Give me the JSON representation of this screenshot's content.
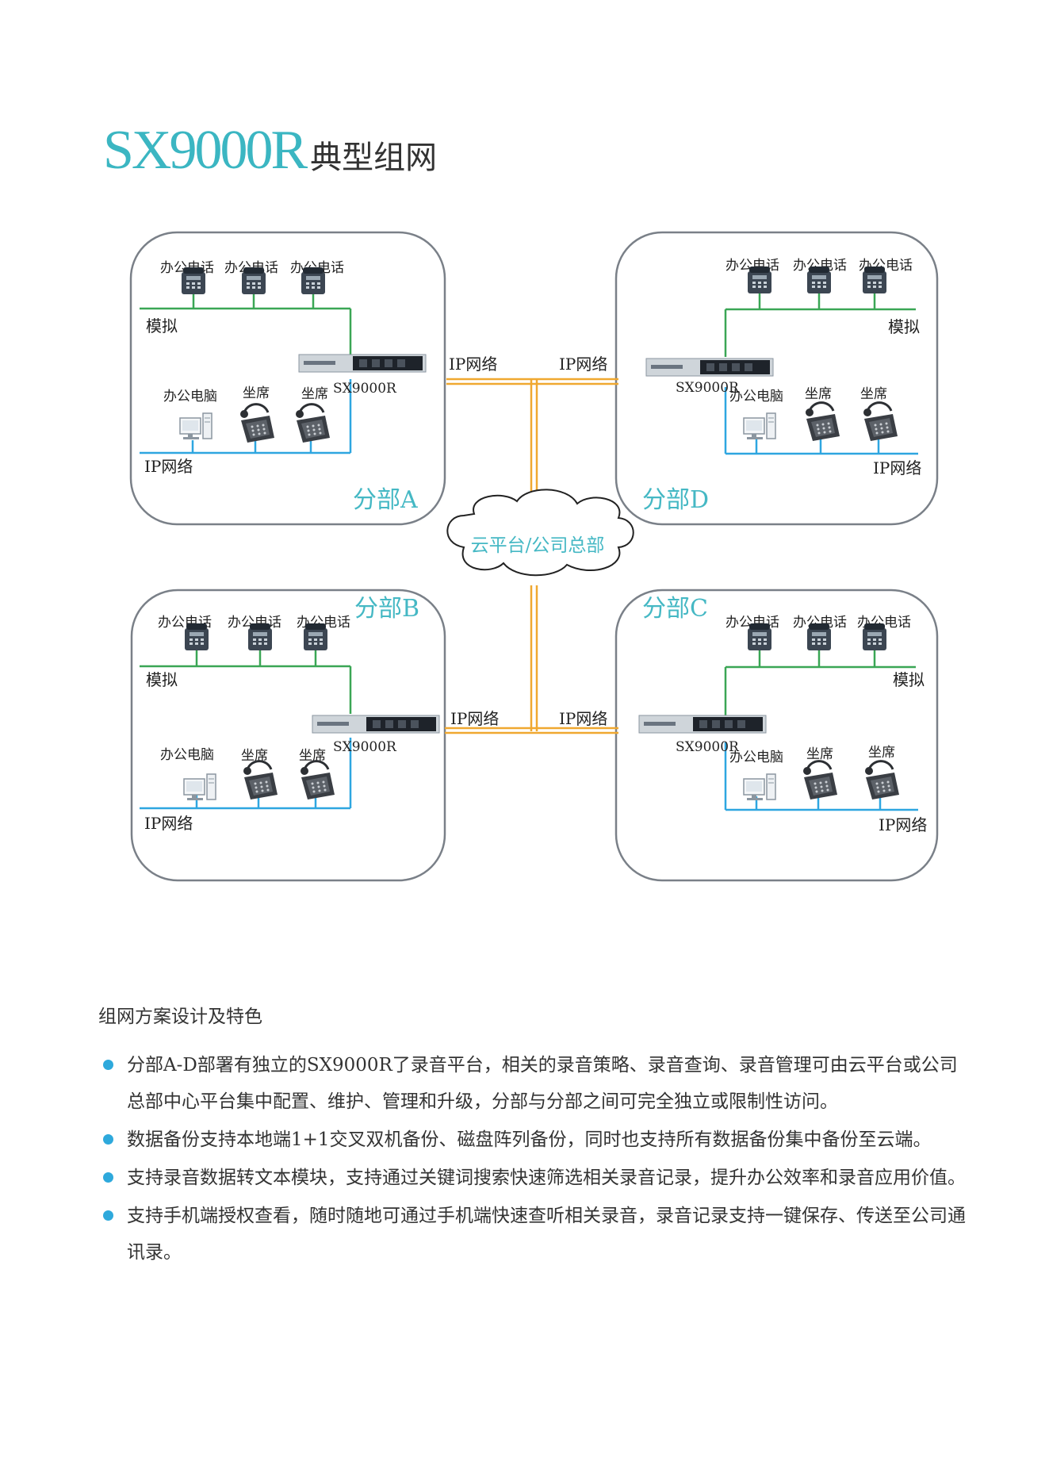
{
  "title": {
    "brand": "SX9000R",
    "rest": "典型组网"
  },
  "labels": {
    "office_phone": "办公电话",
    "analog": "模拟",
    "office_pc": "办公电脑",
    "seat": "坐席",
    "ip_network": "IP网络",
    "device": "SX9000R",
    "cloud": "云平台/公司总部"
  },
  "branches": {
    "a": "分部A",
    "b": "分部B",
    "c": "分部C",
    "d": "分部D"
  },
  "colors": {
    "accent": "#45b8c4",
    "analog_line": "#3aa655",
    "ip_line": "#2ea6e0",
    "wan_line": "#f0a830",
    "bullet": "#2ea9dc"
  },
  "section_title": "组网方案设计及特色",
  "bullets": [
    "分部A-D部署有独立的SX9000R了录音平台，相关的录音策略、录音查询、录音管理可由云平台或公司总部中心平台集中配置、维护、管理和升级，分部与分部之间可完全独立或限制性访问。",
    "数据备份支持本地端1+1交叉双机备份、磁盘阵列备份，同时也支持所有数据备份集中备份至云端。",
    "支持录音数据转文本模块，支持通过关键词搜索快速筛选相关录音记录，提升办公效率和录音应用价值。",
    "支持手机端授权查看，随时随地可通过手机端快速查听相关录音，录音记录支持一键保存、传送至公司通讯录。"
  ]
}
